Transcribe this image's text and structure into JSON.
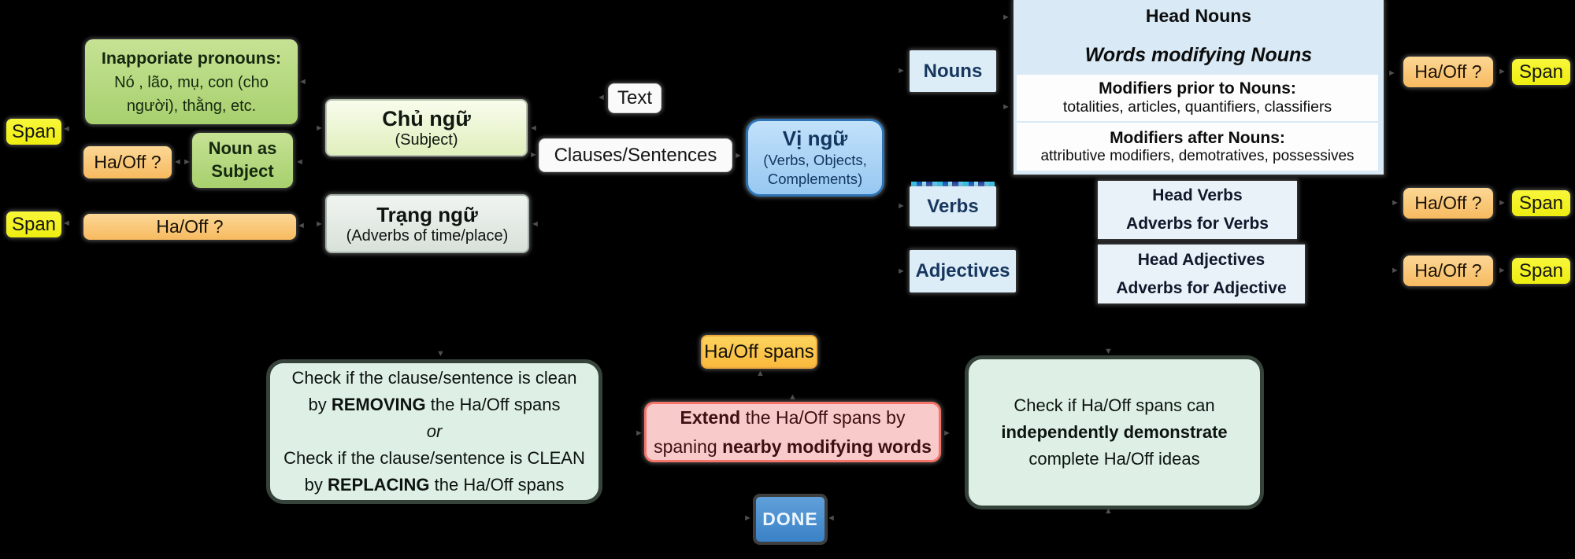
{
  "left": {
    "span_top": "Span",
    "span_bottom": "Span",
    "pronoun_box": {
      "title": "Inapporiate pronouns:",
      "line1": "Nó , lão, mụ, con (cho",
      "line2": "người), thằng, etc."
    },
    "haoff_question": "Ha/Off ?",
    "noun_subject_line1": "Noun as",
    "noun_subject_line2": "Subject",
    "haoff_question_long": "Ha/Off ?"
  },
  "center": {
    "chu_ngu_title": "Chủ ngữ",
    "chu_ngu_sub": "(Subject)",
    "trang_ngu_title": "Trạng ngữ",
    "trang_ngu_sub": "(Adverbs of time/place)",
    "text_label": "Text",
    "clauses_label": "Clauses/Sentences",
    "vi_ngu_title": "Vị ngữ",
    "vi_ngu_sub1": "(Verbs, Objects,",
    "vi_ngu_sub2": "Complements)",
    "nouns": "Nouns",
    "verbs": "Verbs",
    "adjectives": "Adjectives"
  },
  "noun_panel": {
    "head": "Head Nouns",
    "modifying": "Words modifying Nouns",
    "prior_title": "Modifiers prior to Nouns:",
    "prior_items": "totalities, articles, quantifiers, classifiers",
    "after_title": "Modifiers after Nouns:",
    "after_items": "attributive modifiers, demotratives, possessives"
  },
  "verb_panel": {
    "line1": "Head Verbs",
    "line2": "Adverbs for Verbs"
  },
  "adj_panel": {
    "line1": "Head Adjectives",
    "line2": "Adverbs for Adjective"
  },
  "right": {
    "rows": [
      {
        "haoff": "Ha/Off ?",
        "span": "Span"
      },
      {
        "haoff": "Ha/Off ?",
        "span": "Span"
      },
      {
        "haoff": "Ha/Off ?",
        "span": "Span"
      }
    ]
  },
  "bottom": {
    "check_left": {
      "l1": "Check if the clause/sentence is clean",
      "l2a": "by ",
      "l2b": "REMOVING",
      "l2c": " the Ha/Off spans",
      "l3": "or",
      "l4": "Check if the clause/sentence is CLEAN",
      "l5a": "by ",
      "l5b": "REPLACING",
      "l5c": " the Ha/Off spans"
    },
    "haoff_spans": "Ha/Off spans",
    "extend": {
      "l1a": "Extend",
      "l1b": " the Ha/Off spans by",
      "l2a": "spaning ",
      "l2b": "nearby modifying words"
    },
    "done": "DONE",
    "check_right": {
      "l1": "Check if Ha/Off spans can",
      "l2": "independently demonstrate",
      "l3": "complete Ha/Off ideas"
    }
  },
  "icons": {
    "arrow_left": "◄",
    "arrow_right": "►",
    "arrow_up": "▲",
    "arrow_down": "▼"
  },
  "colors": {
    "background": "#000000",
    "span_yellow": "#f2f116",
    "haoff_orange": "#f8bd66",
    "green": "#aed47a",
    "pale_green": "#eef6d6",
    "gray_green": "#dfe7e0",
    "node_blue": "#a9d2f4",
    "node_blue_border": "#2e74b5",
    "light_blue": "#ddedf8",
    "panel_blue": "#d9eaf6",
    "mint": "#def0e5",
    "mint_border": "#36433b",
    "pink": "#f9caca",
    "pink_border": "#f4746a",
    "amber": "#fbc94d",
    "done_blue": "#3c83c7"
  }
}
